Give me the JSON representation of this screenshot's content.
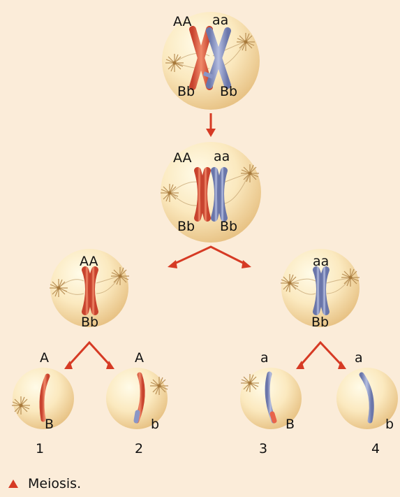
{
  "colors": {
    "background": "#fbecd9",
    "cell_light": "#fff7dc",
    "cell_dark": "#ecc88e",
    "maternal_chromosome": "#e8644a",
    "paternal_chromosome": "#8a96c6",
    "arrow": "#d63a24",
    "spindle": "#c9a978"
  },
  "icons": [
    "cell-icon",
    "chromosome-icon",
    "centrosome-aster-icon",
    "arrow-icon",
    "triangle-bullet-icon"
  ],
  "cells": [
    {
      "top_left": "AA",
      "top_right": "aa",
      "bottom_left": "Bb",
      "bottom_right": "Bb"
    },
    {
      "top_left": "AA",
      "top_right": "aa",
      "bottom_left": "Bb",
      "bottom_right": "Bb"
    },
    {
      "top": "AA",
      "bottom": "Bb"
    },
    {
      "top": "aa",
      "bottom": "Bb"
    },
    {
      "top": "A",
      "bottom": "B",
      "number": "1"
    },
    {
      "top": "A",
      "bottom": "b",
      "number": "2"
    },
    {
      "top": "a",
      "bottom": "B",
      "number": "3"
    },
    {
      "top": "a",
      "bottom": "b",
      "number": "4"
    }
  ],
  "caption": "Meiosis."
}
